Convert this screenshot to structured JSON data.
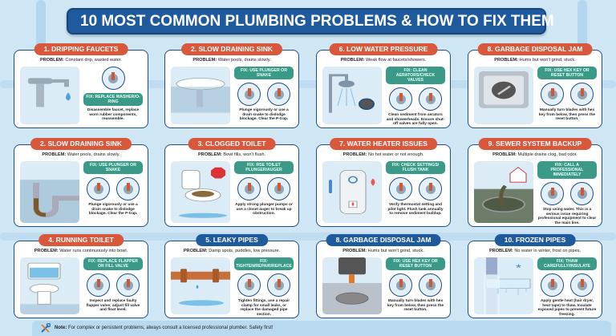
{
  "title": "10 MOST COMMON PLUMBING PROBLEMS & HOW TO FIX THEM",
  "colors": {
    "background": "#cfe6f5",
    "title_bar": "#1e5a9c",
    "header_orange": "#d9573a",
    "header_blue": "#1f5a9c",
    "fix_teal": "#3a9a87"
  },
  "problem_label": "PROBLEM:",
  "cards": [
    {
      "title": "1. DRIPPING FAUCETS",
      "color": "orange",
      "problem": "Constant drip, wasted water.",
      "fix": "FIX: REPLACE WASHER/O-RING",
      "desc": "Disassemble faucet, replace worn rubber components, reassemble.",
      "illustration": "faucet",
      "icons": [
        "washer-icon"
      ]
    },
    {
      "title": "2. SLOW DRAINING SINK",
      "color": "orange",
      "problem": "Water pools, drains slowly.",
      "fix": "FIX: USE PLUNGER OR SNAKE",
      "desc": "Plunge vigorously or use a drain snake to dislodge blockage. Clear the P-trap.",
      "illustration": "sink",
      "icons": [
        "plunger-icon",
        "drain-snake-icon"
      ]
    },
    {
      "title": "6. LOW WATER PRESSURE",
      "color": "orange",
      "problem": "Weak flow at faucets/showers.",
      "fix": "FIX: CLEAN AERATORS/CHECK VALVES",
      "desc": "Clean sediment from aerators and showerheads. Ensure shut-off valves are fully open.",
      "illustration": "showerhead",
      "icons": [
        "aerator-icon",
        "valve-icon"
      ]
    },
    {
      "title": "8. GARBAGE DISPOSAL JAM",
      "color": "orange",
      "problem": "Hums but won't grind, stuck.",
      "fix": "FIX: USE HEX KEY OR RESET BUTTON",
      "desc": "Manually turn blades with hex key from below, then press the reset button.",
      "illustration": "disposal",
      "icons": [
        "hex-key-icon",
        "reset-button-icon"
      ]
    },
    {
      "title": "2. SLOW DRAINING SINK",
      "color": "orange",
      "problem": "Water pools, drains slowly.",
      "fix": "FIX: USE PLUNGER OR SNAKE",
      "desc": "Plunge vigorously or use a drain snake to dislodge blockage. Clear the P-trap.",
      "illustration": "p-trap",
      "icons": [
        "plunger-icon",
        "drain-snake-icon"
      ]
    },
    {
      "title": "3. CLOGGED TOILET",
      "color": "orange",
      "problem": "Bowl fills, won't flush.",
      "fix": "FIX: RSE TOILET PLUNGER/AUGER",
      "desc": "Apply strong plunger pumps or use a closet auger to break up obstruction.",
      "illustration": "toilet-overflow",
      "icons": [
        "toilet-plunger-icon",
        "closet-auger-icon"
      ]
    },
    {
      "title": "7. WATER HEATER ISSUES",
      "color": "orange",
      "problem": "No hot water or not enough.",
      "fix": "FIX: CHECK SETTINGS/ FLUSH TANK",
      "desc": "Verify thermostat setting and pilot light. Flush tank annually to remove sediment buildup.",
      "illustration": "water-heater",
      "icons": [
        "thermostat-dial-icon",
        "hose-icon"
      ]
    },
    {
      "title": "9. SEWER SYSTEM BACKUP",
      "color": "orange",
      "problem": "Multiple drains clog, bad odor.",
      "fix": "FIX: CALL A PROFESSIONAL IMMEDIATELY",
      "desc": "Stop using water. This is a serious issue requiring professional equipment to clear the main line.",
      "illustration": "sewer",
      "icons": [
        "phone-plumber-icon",
        "help-shield-icon"
      ]
    },
    {
      "title": "4. RUNNING TOILET",
      "color": "orange",
      "problem": "Water runs continuously into bowl.",
      "fix": "FIX: REPLACE FLAPPER OR FILL VALVE",
      "desc": "Inspect and replace faulty flapper valve; adjust fill valve and float level.",
      "illustration": "toilet-tank",
      "icons": [
        "flapper-icon",
        "fill-valve-icon"
      ]
    },
    {
      "title": "5. LEAKY PIPES",
      "color": "blue",
      "problem": "Damp spots, puddles, low pressure.",
      "fix": "FIX: TIGHTEN/REPAIR/REPLACE",
      "desc": "Tighten fittings, use a repair clamp for small leaks, or replace the damaged pipe section.",
      "illustration": "leaky-pipe",
      "icons": [
        "wrenches-icon",
        "pipe-clamp-icon"
      ]
    },
    {
      "title": "8. GARBAGE DISPOSAL JAM",
      "color": "blue",
      "problem": "Hums but won't grind, stuck.",
      "fix": "FIX: USE HEX KEY OR RESET BUTTON",
      "desc": "Manually turn blades with hex key from below, then press the reset button.",
      "illustration": "disposal-drain",
      "icons": [
        "hex-key-icon",
        "reset-button-icon"
      ]
    },
    {
      "title": "10. FROZEN PIPES",
      "color": "blue",
      "problem": "No water in winter, frost on pipes.",
      "fix": "FIX: THAW CAREFULLY/INSULATE",
      "desc": "Apply gentle heat (hair dryer, heat tape) to thaw. Insulate exposed pipes to prevent future freezing.",
      "illustration": "frozen-pipe",
      "icons": [
        "hair-dryer-icon",
        "pipe-insulation-icon"
      ]
    }
  ],
  "note": {
    "label": "Note:",
    "text": "For complex or persistent problems, always consult a licensed professional plumber. Safety first!",
    "icon": "wrench-screwdriver-icon"
  }
}
